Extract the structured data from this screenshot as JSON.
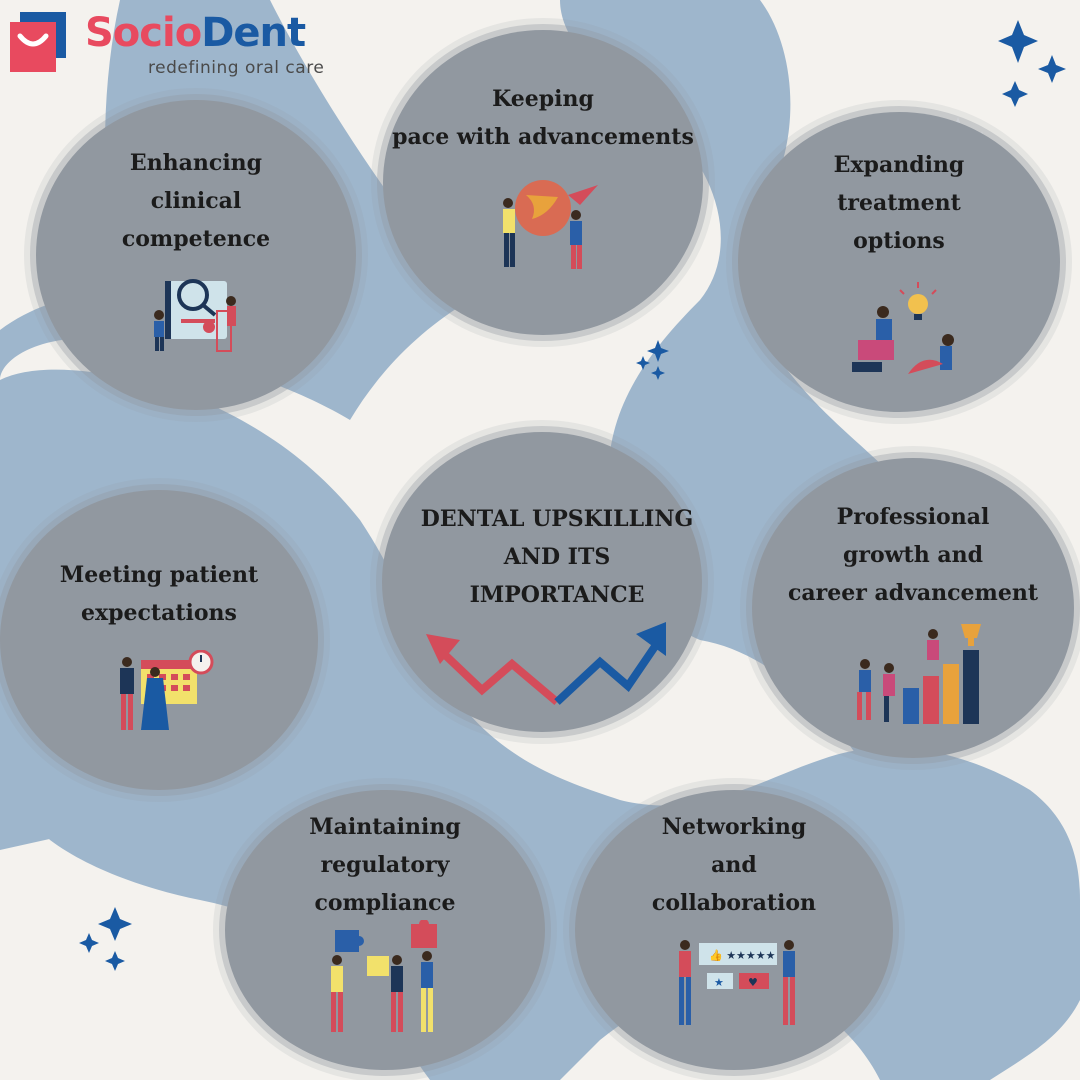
{
  "brand": {
    "name_part1": "Socio",
    "name_part2": "Dent",
    "tagline": "redefining oral care",
    "colors": {
      "red": "#e84a5f",
      "blue": "#1a5aa3"
    }
  },
  "center": {
    "title": "DENTAL UPSKILLING\nAND ITS\nIMPORTANCE",
    "arrow_colors": [
      "#d44c5a",
      "#1a5aa3"
    ],
    "arrow_icon": "zigzag-growth-arrow"
  },
  "topics": [
    {
      "id": "enhancing",
      "text": "Enhancing\nclinical\ncompetence",
      "icon": "magnifier-document-icon"
    },
    {
      "id": "keeping-pace",
      "text": "Keeping\npace with advancements",
      "icon": "globe-team-icon"
    },
    {
      "id": "expanding",
      "text": "Expanding\ntreatment\noptions",
      "icon": "lightbulb-team-icon"
    },
    {
      "id": "meeting",
      "text": "Meeting patient\nexpectations",
      "icon": "calendar-handshake-icon"
    },
    {
      "id": "professional",
      "text": "Professional\ngrowth and\ncareer advancement",
      "icon": "bar-chart-trophy-icon"
    },
    {
      "id": "maintaining",
      "text": "Maintaining\nregulatory\ncompliance",
      "icon": "puzzle-team-icon"
    },
    {
      "id": "networking",
      "text": "Networking\nand\ncollaboration",
      "icon": "rating-board-icon"
    }
  ],
  "palette": {
    "background": "#f4f2ee",
    "blob": "#9eb6cc",
    "circle": "#9198a0",
    "sparkle": "#1a5aa3"
  }
}
